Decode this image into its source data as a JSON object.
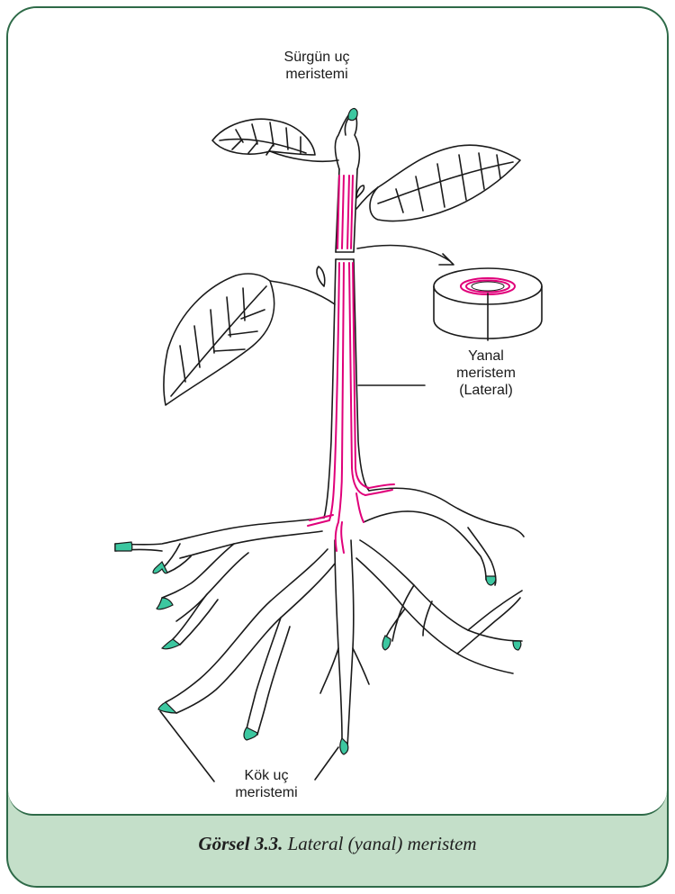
{
  "labels": {
    "shoot_tip_line1": "Sürgün uç",
    "shoot_tip_line2": "meristemi",
    "lateral_line1": "Yanal",
    "lateral_line2": "meristem",
    "lateral_line3": "(Lateral)",
    "root_tip_line1": "Kök uç",
    "root_tip_line2": "meristemi"
  },
  "caption": {
    "number": "Görsel 3.3.",
    "text": "Lateral (yanal) meristem"
  },
  "colors": {
    "frame_border": "#2e6a48",
    "frame_fill": "#c4dfc9",
    "meristem_lateral": "#e0007a",
    "meristem_tip": "#3cc7a0"
  }
}
